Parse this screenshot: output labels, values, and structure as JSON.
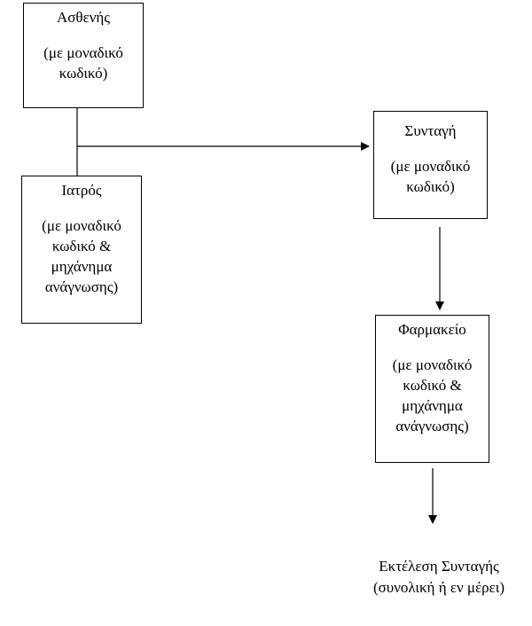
{
  "nodes": {
    "patient": {
      "title": "Ασθενής",
      "desc": [
        "(με μοναδικό",
        "κωδικό)"
      ]
    },
    "doctor": {
      "title": "Ιατρός",
      "desc": [
        "(με μοναδικό",
        "κωδικό &",
        "μηχάνημα",
        "ανάγνωσης)"
      ]
    },
    "prescription": {
      "title": "Συνταγή",
      "desc": [
        "(με μοναδικό",
        "κωδικό)"
      ]
    },
    "pharmacy": {
      "title": "Φαρμακείο",
      "desc": [
        "(με μοναδικό",
        "κωδικό &",
        "μηχάνημα",
        "ανάγνωσης)"
      ]
    }
  },
  "result": {
    "line1": "Εκτέλεση Συνταγής",
    "line2": "(συνολική ή εν μέρει)"
  },
  "edges": [
    {
      "from": "patient+doctor",
      "to": "prescription"
    },
    {
      "from": "prescription",
      "to": "pharmacy"
    },
    {
      "from": "pharmacy",
      "to": "result"
    }
  ],
  "colors": {
    "line": "#000000",
    "background": "#ffffff"
  }
}
